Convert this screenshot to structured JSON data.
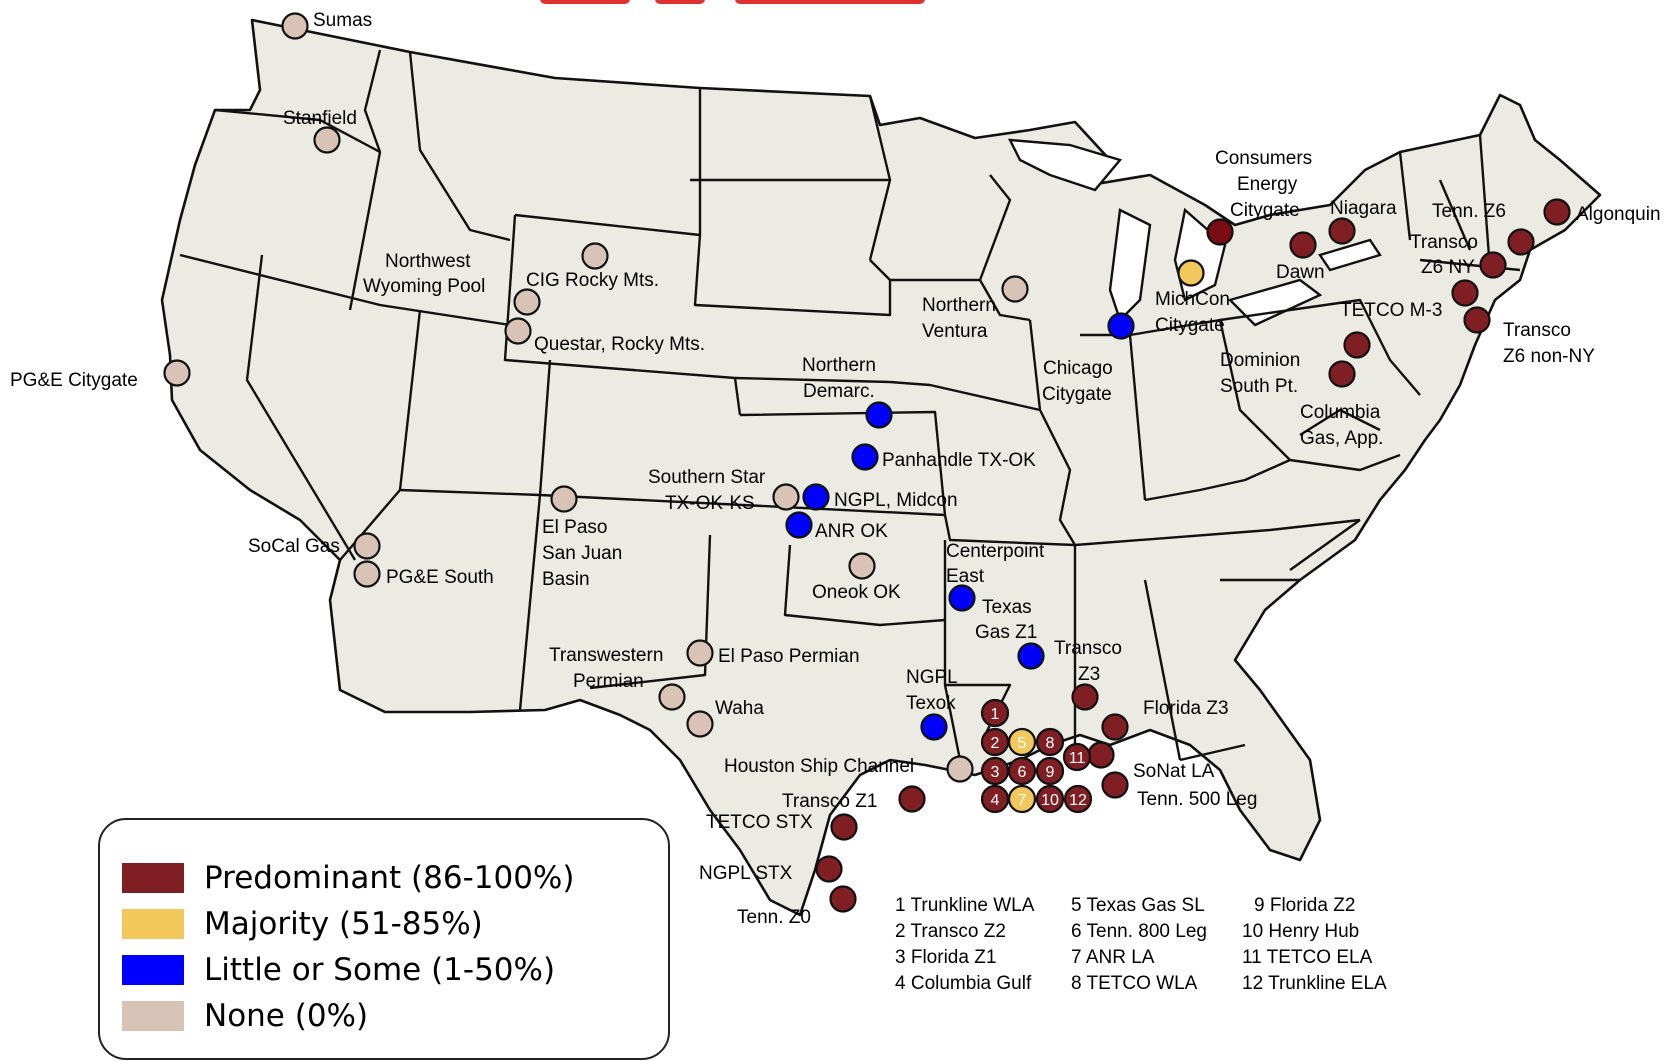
{
  "colors": {
    "predominant": "#7f1f24",
    "majority": "#f2c75c",
    "little": "#0000ff",
    "none": "#d8c3b6",
    "land": "#ebebe4",
    "title": "#e03030"
  },
  "legend": [
    {
      "key": "predominant",
      "label": "Predominant (86-100%)"
    },
    {
      "key": "majority",
      "label": "Majority (51-85%)"
    },
    {
      "key": "little",
      "label": "Little or Some (1-50%)"
    },
    {
      "key": "none",
      "label": "None (0%)"
    }
  ],
  "hubs": [
    {
      "name": "Sumas",
      "cat": "none"
    },
    {
      "name": "Stanfield",
      "cat": "none"
    },
    {
      "name": "PG&E Citygate",
      "cat": "none"
    },
    {
      "name": "Northwest Wyoming Pool",
      "cat": "none"
    },
    {
      "name": "CIG Rocky Mts.",
      "cat": "none"
    },
    {
      "name": "Questar, Rocky Mts.",
      "cat": "none"
    },
    {
      "name": "SoCal Gas",
      "cat": "none"
    },
    {
      "name": "PG&E South",
      "cat": "none"
    },
    {
      "name": "El Paso San Juan Basin",
      "cat": "none"
    },
    {
      "name": "Southern Star TX-OK-KS",
      "cat": "none"
    },
    {
      "name": "Oneok OK",
      "cat": "none"
    },
    {
      "name": "Transwestern Permian",
      "cat": "none"
    },
    {
      "name": "El Paso Permian",
      "cat": "none"
    },
    {
      "name": "Waha",
      "cat": "none"
    },
    {
      "name": "Houston Ship Channel",
      "cat": "none"
    },
    {
      "name": "Northern Ventura",
      "cat": "none"
    },
    {
      "name": "Northern Demarc.",
      "cat": "little"
    },
    {
      "name": "Panhandle TX-OK",
      "cat": "little"
    },
    {
      "name": "NGPL, Midcon",
      "cat": "little"
    },
    {
      "name": "ANR OK",
      "cat": "little"
    },
    {
      "name": "Centerpoint East",
      "cat": "little"
    },
    {
      "name": "Texas Gas Z1",
      "cat": "little"
    },
    {
      "name": "Transco Z3",
      "cat": "predominant"
    },
    {
      "name": "NGPL Texok",
      "cat": "little"
    },
    {
      "name": "Chicago Citygate",
      "cat": "little"
    },
    {
      "name": "MichCon Citygate",
      "cat": "majority"
    },
    {
      "name": "Consumers Energy Citygate",
      "cat": "predominant"
    },
    {
      "name": "Dawn",
      "cat": "predominant"
    },
    {
      "name": "Niagara",
      "cat": "predominant"
    },
    {
      "name": "Tenn. Z6",
      "cat": "predominant"
    },
    {
      "name": "Algonquin",
      "cat": "predominant"
    },
    {
      "name": "Transco Z6 NY",
      "cat": "predominant"
    },
    {
      "name": "TETCO M-3",
      "cat": "predominant"
    },
    {
      "name": "Transco Z6 non-NY",
      "cat": "predominant"
    },
    {
      "name": "Dominion South Pt.",
      "cat": "predominant"
    },
    {
      "name": "Columbia Gas, App.",
      "cat": "predominant"
    },
    {
      "name": "Florida Z3",
      "cat": "predominant"
    },
    {
      "name": "SoNat LA",
      "cat": "predominant"
    },
    {
      "name": "Tenn. 500 Leg",
      "cat": "predominant"
    },
    {
      "name": "Transco Z1",
      "cat": "predominant"
    },
    {
      "name": "TETCO STX",
      "cat": "predominant"
    },
    {
      "name": "NGPL STX",
      "cat": "predominant"
    },
    {
      "name": "Tenn. Z0",
      "cat": "predominant"
    }
  ],
  "numbered_hubs": [
    {
      "n": "1",
      "name": "Trunkline WLA",
      "cat": "predominant"
    },
    {
      "n": "2",
      "name": "Transco Z2",
      "cat": "predominant"
    },
    {
      "n": "3",
      "name": "Florida Z1",
      "cat": "predominant"
    },
    {
      "n": "4",
      "name": "Columbia Gulf",
      "cat": "predominant"
    },
    {
      "n": "5",
      "name": "Texas Gas SL",
      "cat": "majority"
    },
    {
      "n": "6",
      "name": "Tenn. 800 Leg",
      "cat": "predominant"
    },
    {
      "n": "7",
      "name": "ANR LA",
      "cat": "majority"
    },
    {
      "n": "8",
      "name": "TETCO WLA",
      "cat": "predominant"
    },
    {
      "n": "9",
      "name": "Florida Z2",
      "cat": "predominant"
    },
    {
      "n": "10",
      "name": "Henry Hub",
      "cat": "predominant"
    },
    {
      "n": "11",
      "name": "TETCO ELA",
      "cat": "predominant"
    },
    {
      "n": "12",
      "name": "Trunkline ELA",
      "cat": "predominant"
    }
  ]
}
